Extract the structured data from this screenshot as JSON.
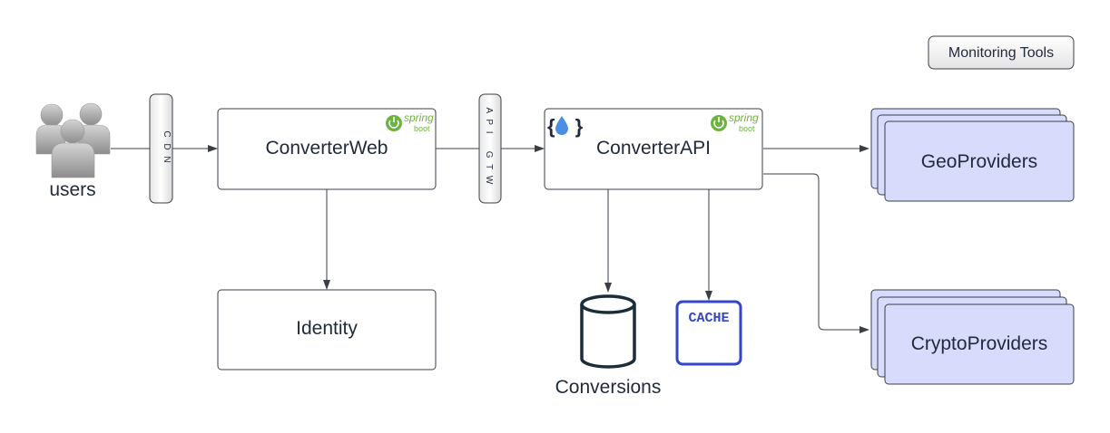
{
  "nodes": {
    "users": {
      "label": "users"
    },
    "cdn": {
      "label": "C D N"
    },
    "converter_web": {
      "label": "ConverterWeb"
    },
    "api_gateway": {
      "label_line1": "A P I",
      "label_line2": "G T W"
    },
    "converter_api": {
      "label": "ConverterAPI"
    },
    "identity": {
      "label": "Identity"
    },
    "conversions_db": {
      "label": "Conversions"
    },
    "cache": {
      "label": "CACHE"
    },
    "geo_providers": {
      "label": "GeoProviders"
    },
    "crypto_providers": {
      "label": "CryptoProviders"
    },
    "monitoring_tools": {
      "label": "Monitoring Tools"
    }
  },
  "badges": {
    "spring_boot_word1": "spring",
    "spring_boot_word2": "boot",
    "api_badge": "{ }"
  },
  "colors": {
    "spring_green": "#6db33f",
    "provider_fill": "#d8dbfb",
    "cache_blue": "#3346c9",
    "db_dark": "#1c2d3a",
    "stroke": "#3a3f47"
  }
}
